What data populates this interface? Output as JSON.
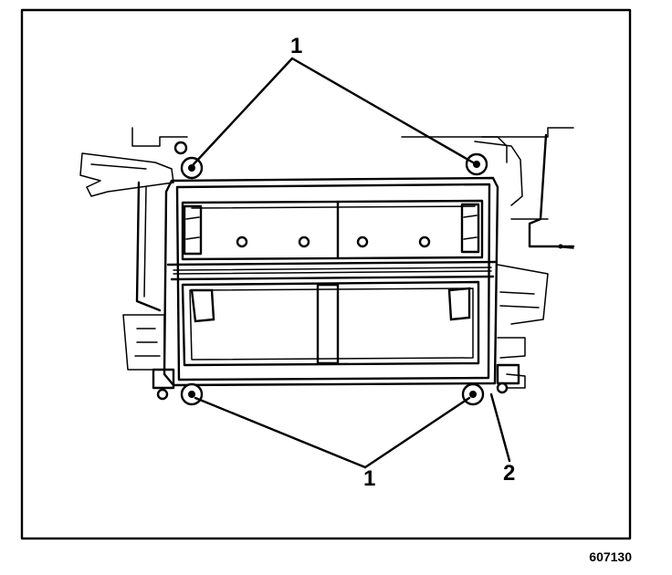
{
  "figure": {
    "callouts": {
      "top": "1",
      "bottom": "1",
      "right": "2"
    },
    "figure_number": "607130"
  },
  "icons": {
    "fastener": "bolt-icon",
    "pointer": "leader-line"
  }
}
